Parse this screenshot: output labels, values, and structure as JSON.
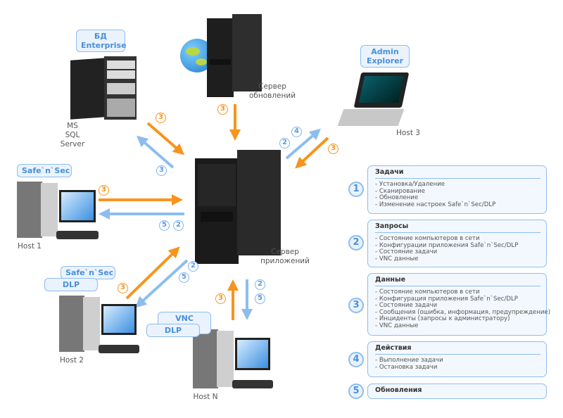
{
  "nodes": {
    "db": {
      "tag": [
        "БД",
        "Enterprise"
      ],
      "label": [
        "MS",
        "SQL Server"
      ]
    },
    "update_server": {
      "label": [
        "Сервер",
        "обновлений"
      ]
    },
    "admin": {
      "tag": [
        "Admin",
        "Explorer"
      ],
      "label": "Host 3"
    },
    "app_server": {
      "label": [
        "Сервер",
        "приложений"
      ]
    },
    "host1": {
      "tag": "Safe`n`Sec",
      "label": "Host 1"
    },
    "host2": {
      "tags": [
        "Safe`n`Sec",
        "DLP"
      ],
      "label": "Host 2"
    },
    "hostn": {
      "tags": [
        "VNC Client",
        "DLP"
      ],
      "label": "Host N"
    }
  },
  "arrow_numbers": {
    "db_to_app": "3",
    "app_to_db": "3",
    "update_to_app": "3",
    "app_to_admin": [
      "2",
      "4"
    ],
    "admin_to_app": "3",
    "host1_to_app": "3",
    "app_to_host1": [
      "5",
      "2"
    ],
    "host2_to_app": "3",
    "app_to_host2": [
      "2",
      "5"
    ],
    "hostn_to_app": "3",
    "app_to_hostn": [
      "2",
      "5"
    ]
  },
  "colors": {
    "orange": "#f7941d",
    "blue": "#8dbdf0",
    "accent": "#4a90d9"
  },
  "legend": [
    {
      "num": "1",
      "title": "Задачи",
      "items": [
        "- Установка/Удаление",
        "- Сканирование",
        "- Обновление",
        "- Изменение настроек Safe`n`Sec/DLP"
      ]
    },
    {
      "num": "2",
      "title": "Запросы",
      "items": [
        "- Состояние компьютеров в сети",
        "- Конфигурации приложения Safe`n`Sec/DLP",
        "- Состояние задачи",
        "- VNC данные"
      ]
    },
    {
      "num": "3",
      "title": "Данные",
      "items": [
        "- Состояние компьютеров в сети",
        "- Конфигурация приложения Safe`n`Sec/DLP",
        "- Состояние задачи",
        "- Сообщения (ошибка, информация, предупреждение)",
        "- Инциденты (запросы к администратору)",
        "- VNC данные"
      ]
    },
    {
      "num": "4",
      "title": "Действия",
      "items": [
        "- Выполнение задачи",
        "- Остановка задачи"
      ]
    },
    {
      "num": "5",
      "title": "Обновления",
      "items": []
    }
  ]
}
